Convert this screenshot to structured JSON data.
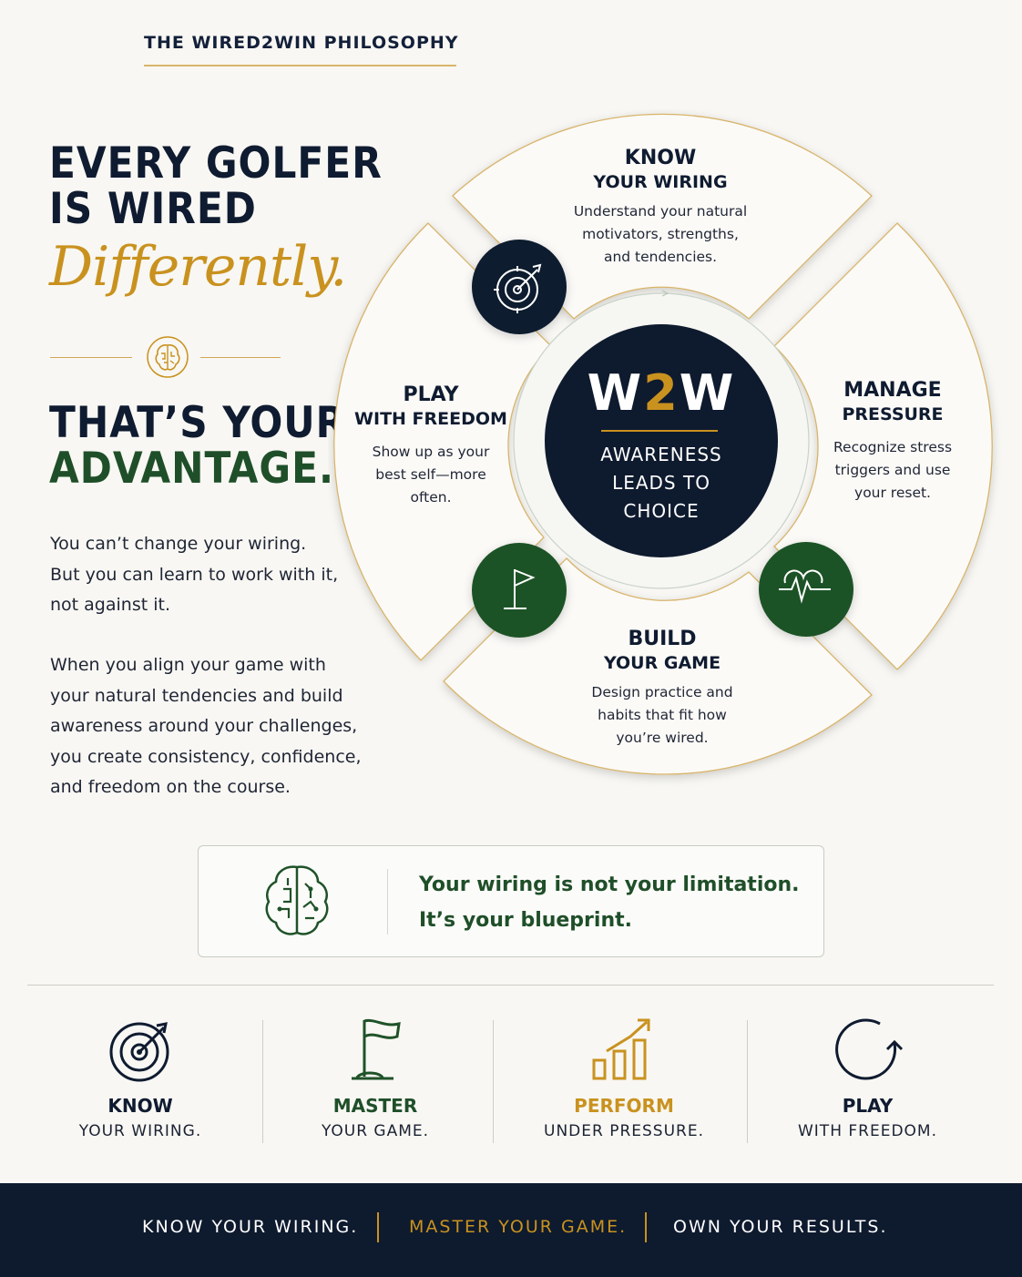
{
  "eyebrow": "THE WIRED2WIN PHILOSOPHY",
  "hero": {
    "line1": "EVERY GOLFER",
    "line2": "IS WIRED",
    "script": "Differently.",
    "line3": "THAT’S YOUR",
    "line4": "ADVANTAGE."
  },
  "body": {
    "p1": [
      "You can’t change your wiring.",
      "But you can learn to work with it,",
      "not against it."
    ],
    "p2": [
      "When you align your game with",
      "your natural tendencies and build",
      "awareness around your challenges,",
      "you create consistency, confidence,",
      "and freedom on the course."
    ]
  },
  "wheel": {
    "center_title_a": "W",
    "center_title_b": "2",
    "center_title_c": "W",
    "center_sub": [
      "AWARENESS",
      "LEADS TO",
      "CHOICE"
    ],
    "know": {
      "t1": "KNOW",
      "t2": "YOUR WIRING",
      "d": [
        "Understand your natural",
        "motivators, strengths,",
        "and tendencies."
      ]
    },
    "manage": {
      "t1": "MANAGE",
      "t2": "PRESSURE",
      "d": [
        "Recognize stress",
        "triggers and use",
        "your reset."
      ]
    },
    "build": {
      "t1": "BUILD",
      "t2": "YOUR GAME",
      "d": [
        "Design practice and",
        "habits that fit how",
        "you’re wired."
      ]
    },
    "play": {
      "t1": "PLAY",
      "t2": "WITH FREEDOM",
      "d": [
        "Show up as your",
        "best self—more",
        "often."
      ]
    },
    "icons": [
      "target-icon",
      "flag-icon",
      "heartbeat-icon"
    ]
  },
  "quote": {
    "line1": "Your wiring is not your limitation.",
    "line2": "It’s your blueprint."
  },
  "pillars": [
    {
      "title": "KNOW",
      "sub": "YOUR WIRING.",
      "icon": "target-icon"
    },
    {
      "title": "MASTER",
      "sub": "YOUR GAME.",
      "icon": "flag-icon"
    },
    {
      "title": "PERFORM",
      "sub": "UNDER PRESSURE.",
      "icon": "growth-chart-icon"
    },
    {
      "title": "PLAY",
      "sub": "WITH FREEDOM.",
      "icon": "refresh-icon"
    }
  ],
  "footer": [
    "KNOW YOUR WIRING.",
    "MASTER YOUR GAME.",
    "OWN YOUR RESULTS."
  ],
  "colors": {
    "navy": "#0f1b30",
    "green": "#1f4f29",
    "gold": "#c9921f",
    "background": "#f8f7f3"
  }
}
